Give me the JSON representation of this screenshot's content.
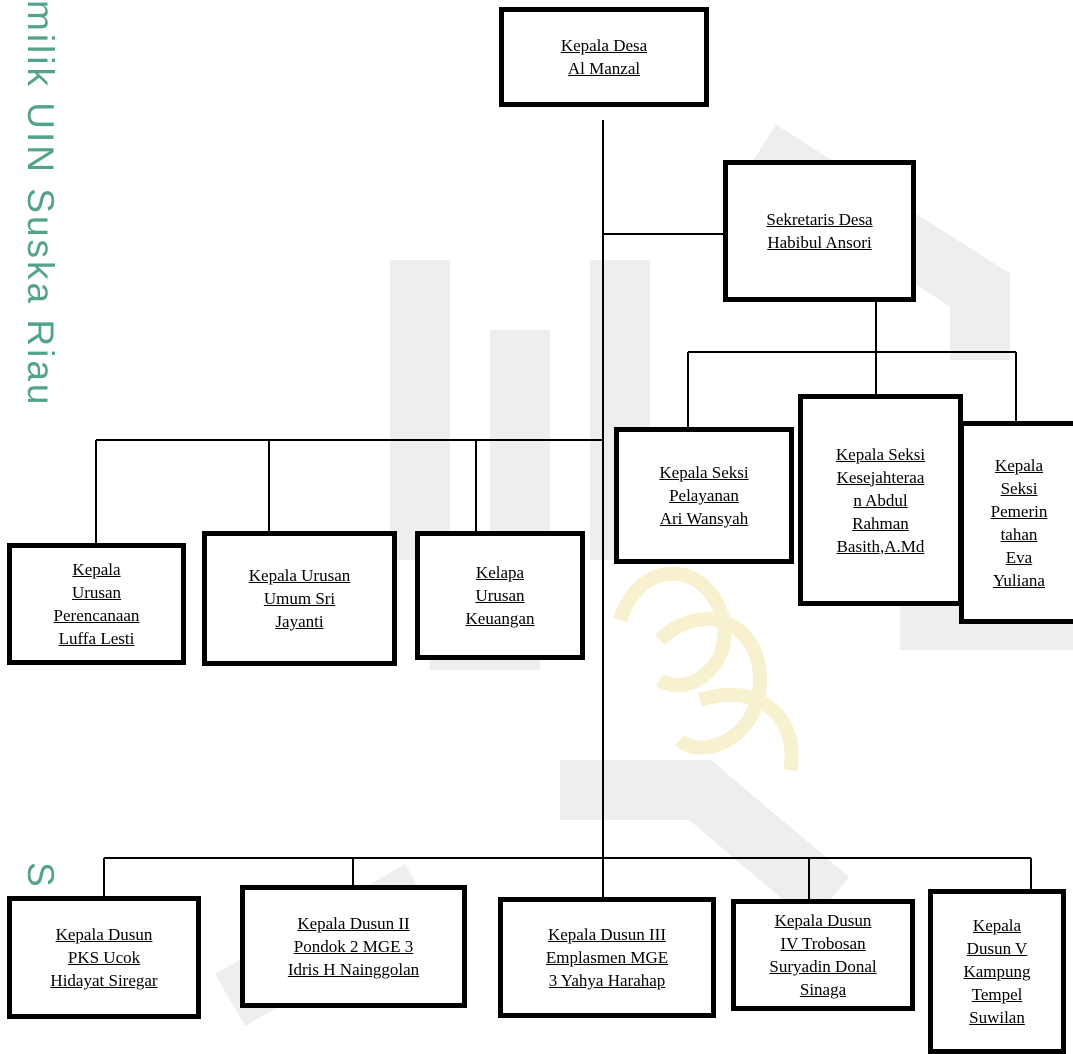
{
  "watermark": {
    "side_text": "milik UIN Suska Riau",
    "side_text_bottom": "S ran"
  },
  "org_chart": {
    "head": "Kepala Desa\nAl Manzal",
    "secretary": "Sekretaris Desa\nHabibul Ansori",
    "seksi": [
      "Kepala Seksi\nPelayanan\nAri Wansyah",
      "Kepala Seksi\nKesejahteraa\nn Abdul\nRahman\nBasith,A.Md",
      "Kepala\nSeksi\nPemerin\ntahan\nEva\nYuliana"
    ],
    "urusan": [
      "Kepala\nUrusan\nPerencanaan\nLuffa Lesti",
      "Kepala Urusan\nUmum Sri\nJayanti",
      "Kelapa\nUrusan\nKeuangan"
    ],
    "dusun": [
      "Kepala Dusun\nPKS Ucok\nHidayat Siregar",
      "Kepala Dusun II\nPondok 2 MGE 3\nIdris H Nainggolan",
      "Kepala Dusun III\nEmplasmen MGE\n3 Yahya Harahap",
      "Kepala Dusun\nIV Trobosan\nSuryadin Donal\nSinaga",
      "Kepala\nDusun V\nKampung\nTempel\nSuwilan"
    ]
  }
}
